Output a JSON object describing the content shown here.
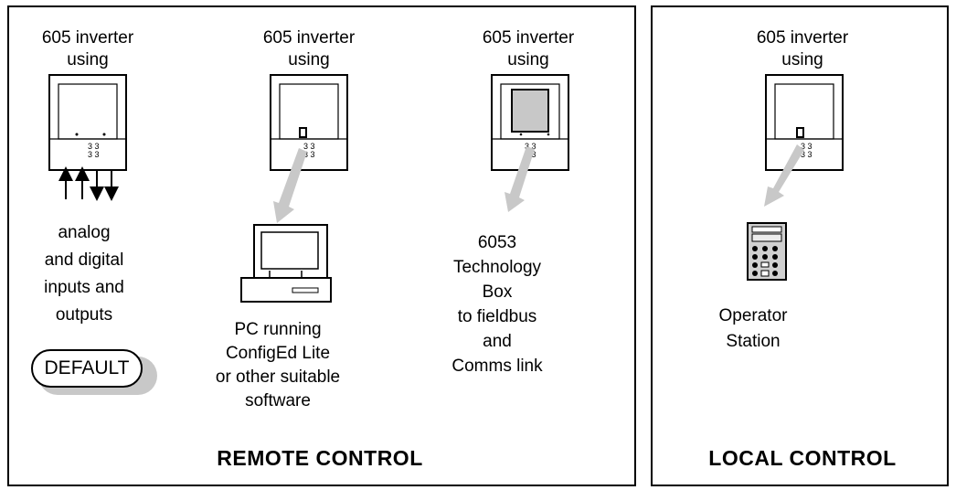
{
  "remote": {
    "title": "REMOTE CONTROL",
    "columns": [
      {
        "header_line1": "605 inverter",
        "header_line2": "using",
        "desc": [
          "analog",
          "and digital",
          "inputs and",
          "outputs"
        ],
        "button": "DEFAULT"
      },
      {
        "header_line1": "605 inverter",
        "header_line2": "using",
        "desc": [
          "PC running",
          "ConfigEd Lite",
          "or other suitable",
          "software"
        ]
      },
      {
        "header_line1": "605 inverter",
        "header_line2": "using",
        "desc": [
          "6053",
          "Technology",
          "Box",
          "to fieldbus",
          "and",
          "Comms link"
        ]
      }
    ]
  },
  "local": {
    "title": "LOCAL CONTROL",
    "column": {
      "header_line1": "605 inverter",
      "header_line2": "using",
      "desc": [
        "Operator",
        "Station"
      ]
    }
  }
}
